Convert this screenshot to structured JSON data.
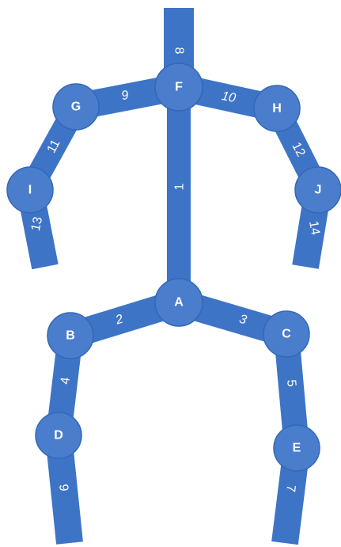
{
  "colors": {
    "segment": "#3E74C6",
    "joint": "#4A7DCC",
    "joint_border": "#3268B8",
    "label": "#FFFFFF"
  },
  "joints": {
    "F": "F",
    "G": "G",
    "H": "H",
    "I": "I",
    "J": "J",
    "A": "A",
    "B": "B",
    "C": "C",
    "D": "D",
    "E": "E"
  },
  "segments": {
    "s1": "1",
    "s2": "2",
    "s3": "3",
    "s4": "4",
    "s5": "5",
    "s6": "6",
    "s7": "7",
    "s8": "8",
    "s9": "9",
    "s10": "10",
    "s11": "11",
    "s12": "12",
    "s13": "13",
    "s14": "14"
  }
}
